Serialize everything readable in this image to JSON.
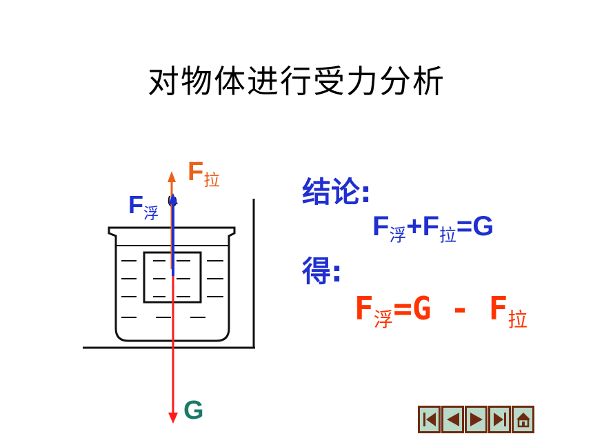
{
  "title": "对物体进行受力分析",
  "forces": {
    "pull": {
      "symbol": "F",
      "sub": "拉"
    },
    "buoyancy": {
      "symbol": "F",
      "sub": "浮"
    },
    "gravity": {
      "symbol": "G"
    }
  },
  "conclusion": {
    "heading": "结论:",
    "eq1": {
      "a": "F",
      "a_sub": "浮",
      "op": "+F",
      "b_sub": "拉",
      "rest": "=G"
    },
    "derive": "得:",
    "eq2": {
      "a": "F",
      "a_sub": "浮",
      "mid": "=G - F",
      "b_sub": "拉"
    }
  },
  "colors": {
    "pull": "#e8621c",
    "buoyancy": "#1f2fd0",
    "gravity_arrow": "#ff1a1a",
    "gravity_label": "#1a7a66",
    "result": "#ff3300"
  },
  "nav": [
    "first-icon",
    "previous-icon",
    "next-icon",
    "last-icon",
    "home-icon"
  ]
}
